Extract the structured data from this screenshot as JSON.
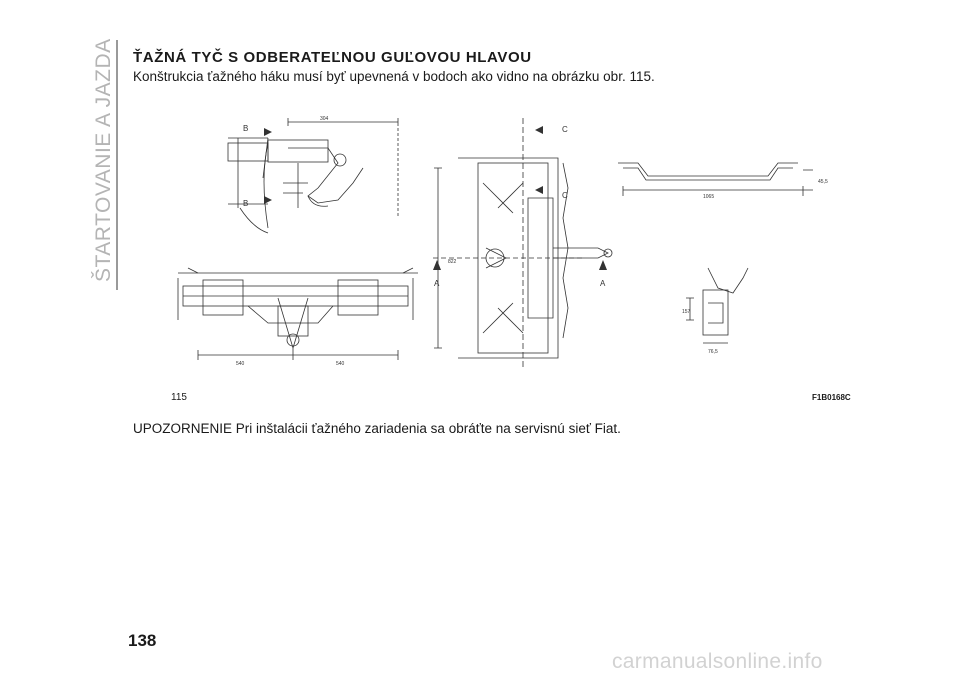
{
  "side_tab": {
    "label": "ŠTARTOVANIE A JAZDA"
  },
  "section": {
    "title": "ŤAŽNÁ TYČ S ODBERATEĽNOU GUĽOVOU HLAVOU",
    "intro": "Konštrukcia ťažného háku musí byť upevnená v bodoch ako vidno na obrázku obr. 115."
  },
  "figure": {
    "number": "115",
    "code": "F1B0168C",
    "labels": {
      "b_top": "B",
      "b_bottom": "B",
      "c_top": "C",
      "c_mid": "C",
      "a_left": "A",
      "a_right": "A",
      "dim_304": "304",
      "dim_540_left": "540",
      "dim_540_right": "540",
      "dim_1065": "1065",
      "dim_45_5": "45,5",
      "dim_157": "157",
      "dim_76_5": "76,5",
      "dim_822": "822"
    }
  },
  "warning": "UPOZORNENIE Pri inštalácii ťažného zariadenia sa obráťte na servisnú sieť Fiat.",
  "page_number": "138",
  "footer": "carmanualsonline.info"
}
